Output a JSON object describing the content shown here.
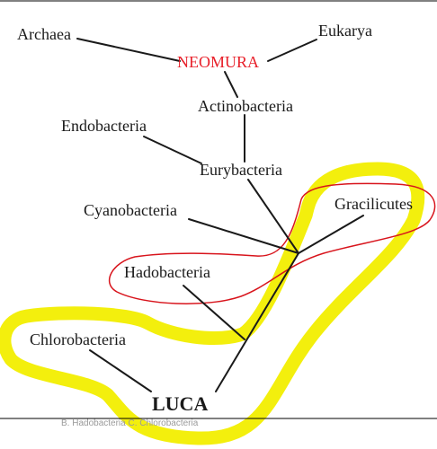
{
  "tree": {
    "nodes": {
      "archaea": "Archaea",
      "eukarya": "Eukarya",
      "neomura": "NEOMURA",
      "actinobacteria": "Actinobacteria",
      "endobacteria": "Endobacteria",
      "eurybacteria": "Eurybacteria",
      "cyanobacteria": "Cyanobacteria",
      "gracilicutes": "Gracilicutes",
      "hadobacteria": "Hadobacteria",
      "chlorobacteria": "Chlorobacteria",
      "luca": "LUCA"
    },
    "caption": "B. Hadobacteria  C. Chlorobacteria"
  },
  "colors": {
    "text": "#1a1a1a",
    "neomura": "#e8202a",
    "highlight_yellow": "#f2ee00",
    "outline_red": "#d8141c"
  }
}
